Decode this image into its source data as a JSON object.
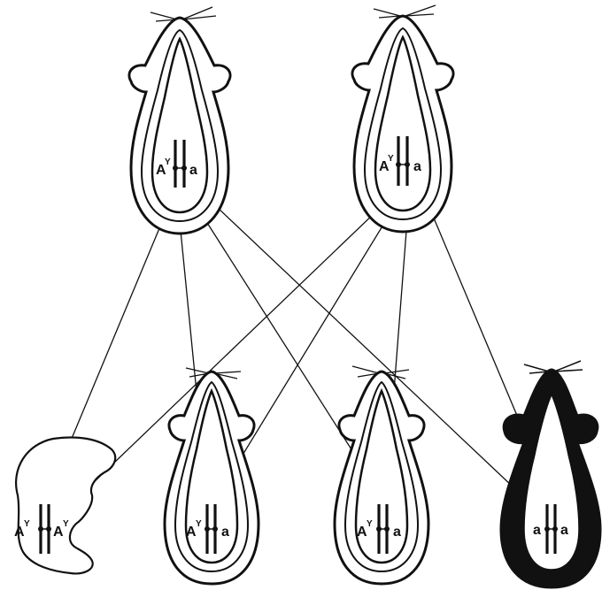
{
  "colors": {
    "ink": "#111111",
    "background": "#ffffff",
    "mouse_fill": "#ffffff",
    "black_mouse_fill": "#111111"
  },
  "parents": {
    "left": {
      "left_allele": {
        "base": "A",
        "sup": "Y"
      },
      "right_allele": {
        "base": "a",
        "sup": ""
      },
      "coat": "white"
    },
    "right": {
      "left_allele": {
        "base": "A",
        "sup": "Y"
      },
      "right_allele": {
        "base": "a",
        "sup": ""
      },
      "coat": "white"
    }
  },
  "offspring": [
    {
      "left_allele": {
        "base": "A",
        "sup": "Y"
      },
      "right_allele": {
        "base": "A",
        "sup": "Y"
      },
      "form": "embryo-dead"
    },
    {
      "left_allele": {
        "base": "A",
        "sup": "Y"
      },
      "right_allele": {
        "base": "a",
        "sup": ""
      },
      "form": "mouse-white"
    },
    {
      "left_allele": {
        "base": "A",
        "sup": "Y"
      },
      "right_allele": {
        "base": "a",
        "sup": ""
      },
      "form": "mouse-white"
    },
    {
      "left_allele": {
        "base": "a",
        "sup": ""
      },
      "right_allele": {
        "base": "a",
        "sup": ""
      },
      "form": "mouse-black"
    }
  ]
}
